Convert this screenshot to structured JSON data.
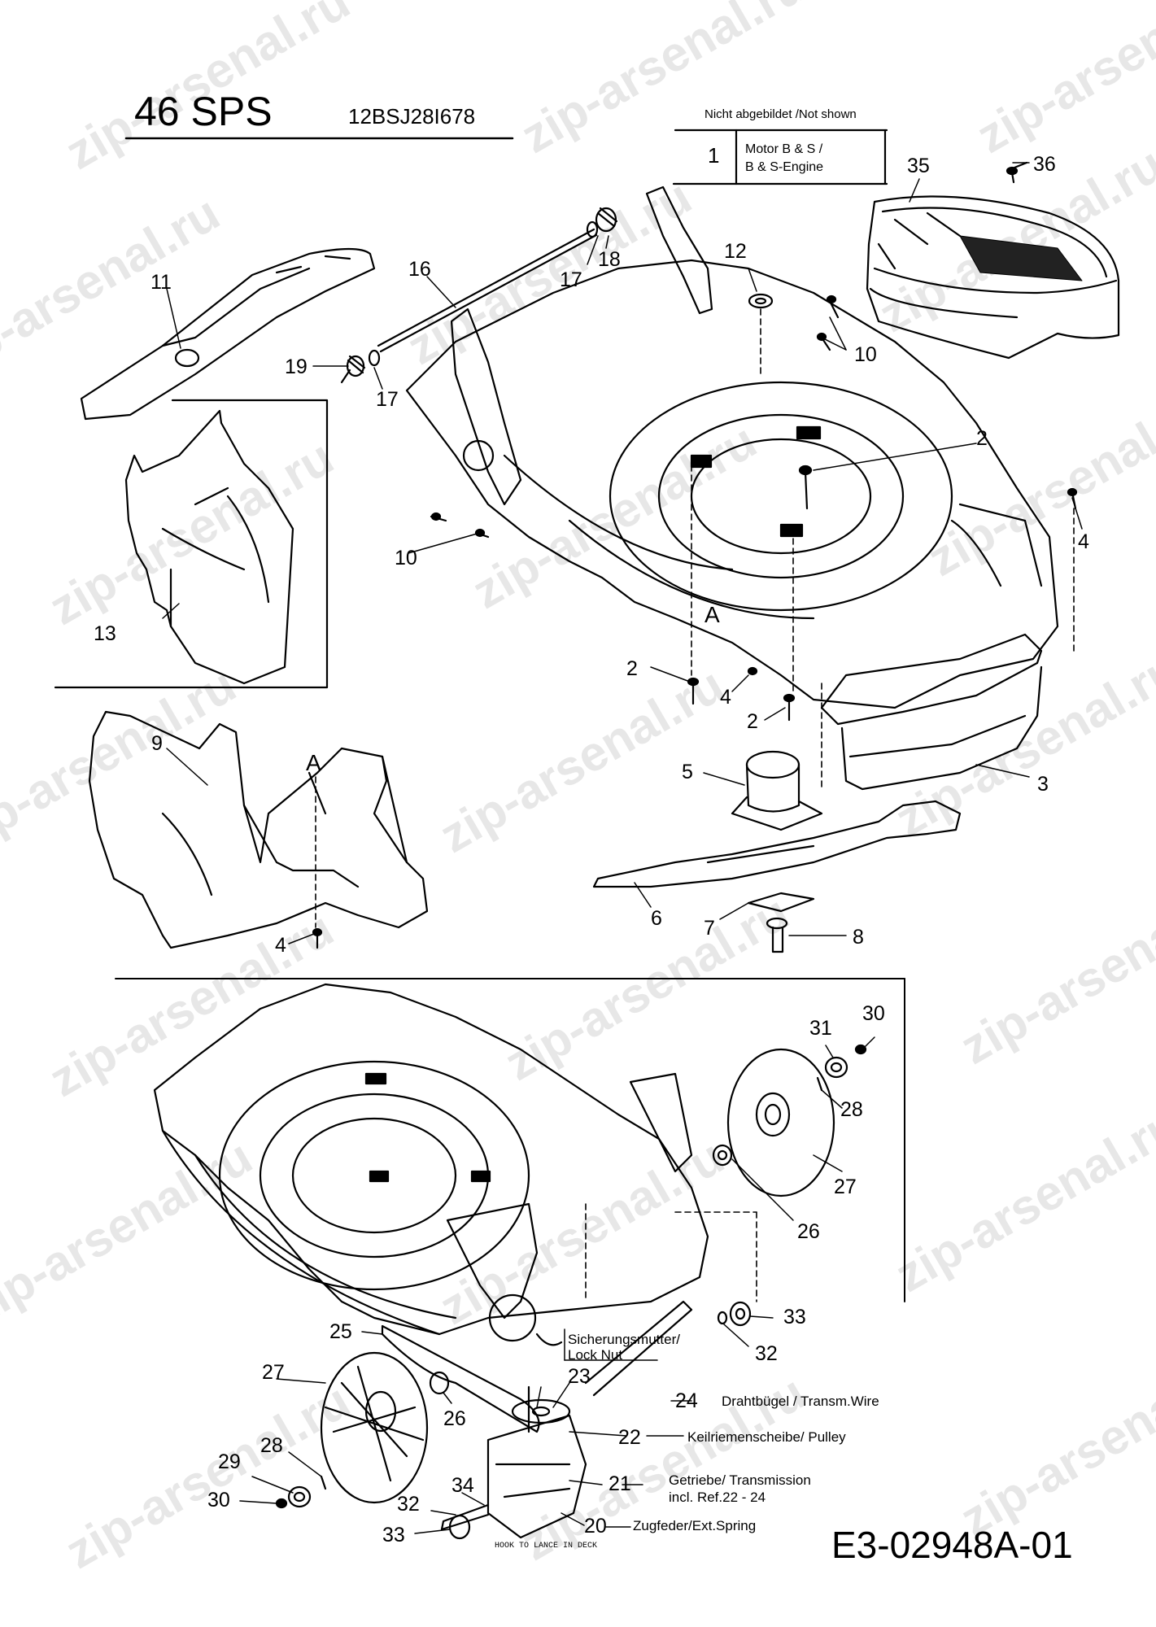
{
  "header": {
    "model": "46 SPS",
    "part_number": "12BSJ28I678",
    "not_shown_caption": "Nicht abgebildet /Not shown",
    "not_shown_number": "1",
    "not_shown_line1": "Motor B & S /",
    "not_shown_line2": "B & S-Engine"
  },
  "labels": {
    "lock_nut_line1": "Sicherungsmutter/",
    "lock_nut_line2": "Lock Nut",
    "wire": "Drahtbügel / Transm.Wire",
    "pulley": "Keilriemenscheibe/ Pulley",
    "transmission_line1": "Getriebe/ Transmission",
    "transmission_line2": "incl. Ref.22 - 24",
    "spring": "Zugfeder/Ext.Spring",
    "hook": "HOOK TO LANCE IN DECK",
    "section_a": "A",
    "section_a2": "A"
  },
  "footer": {
    "code": "E3-02948A-01"
  },
  "watermark": "zip-arsenal.ru",
  "callouts": {
    "c36": "36",
    "c35": "35",
    "c12": "12",
    "c10a": "10",
    "c17a": "17",
    "c18": "18",
    "c16": "16",
    "c11": "11",
    "c19": "19",
    "c17b": "17",
    "c2a": "2",
    "c4a": "4",
    "c10b": "10",
    "c13": "13",
    "c2b": "2",
    "c4b": "4",
    "c2c": "2",
    "c5": "5",
    "c3": "3",
    "c9": "9",
    "c6": "6",
    "c7": "7",
    "c8": "8",
    "c4c": "4",
    "c31": "31",
    "c30a": "30",
    "c28a": "28",
    "c27a": "27",
    "c26a": "26",
    "c33a": "33",
    "c32a": "32",
    "c25": "25",
    "c23": "23",
    "c24": "24",
    "c22": "22",
    "c21": "21",
    "c20": "20",
    "c27b": "27",
    "c26b": "26",
    "c28b": "28",
    "c29": "29",
    "c30b": "30",
    "c34": "34",
    "c32b": "32",
    "c33b": "33"
  }
}
